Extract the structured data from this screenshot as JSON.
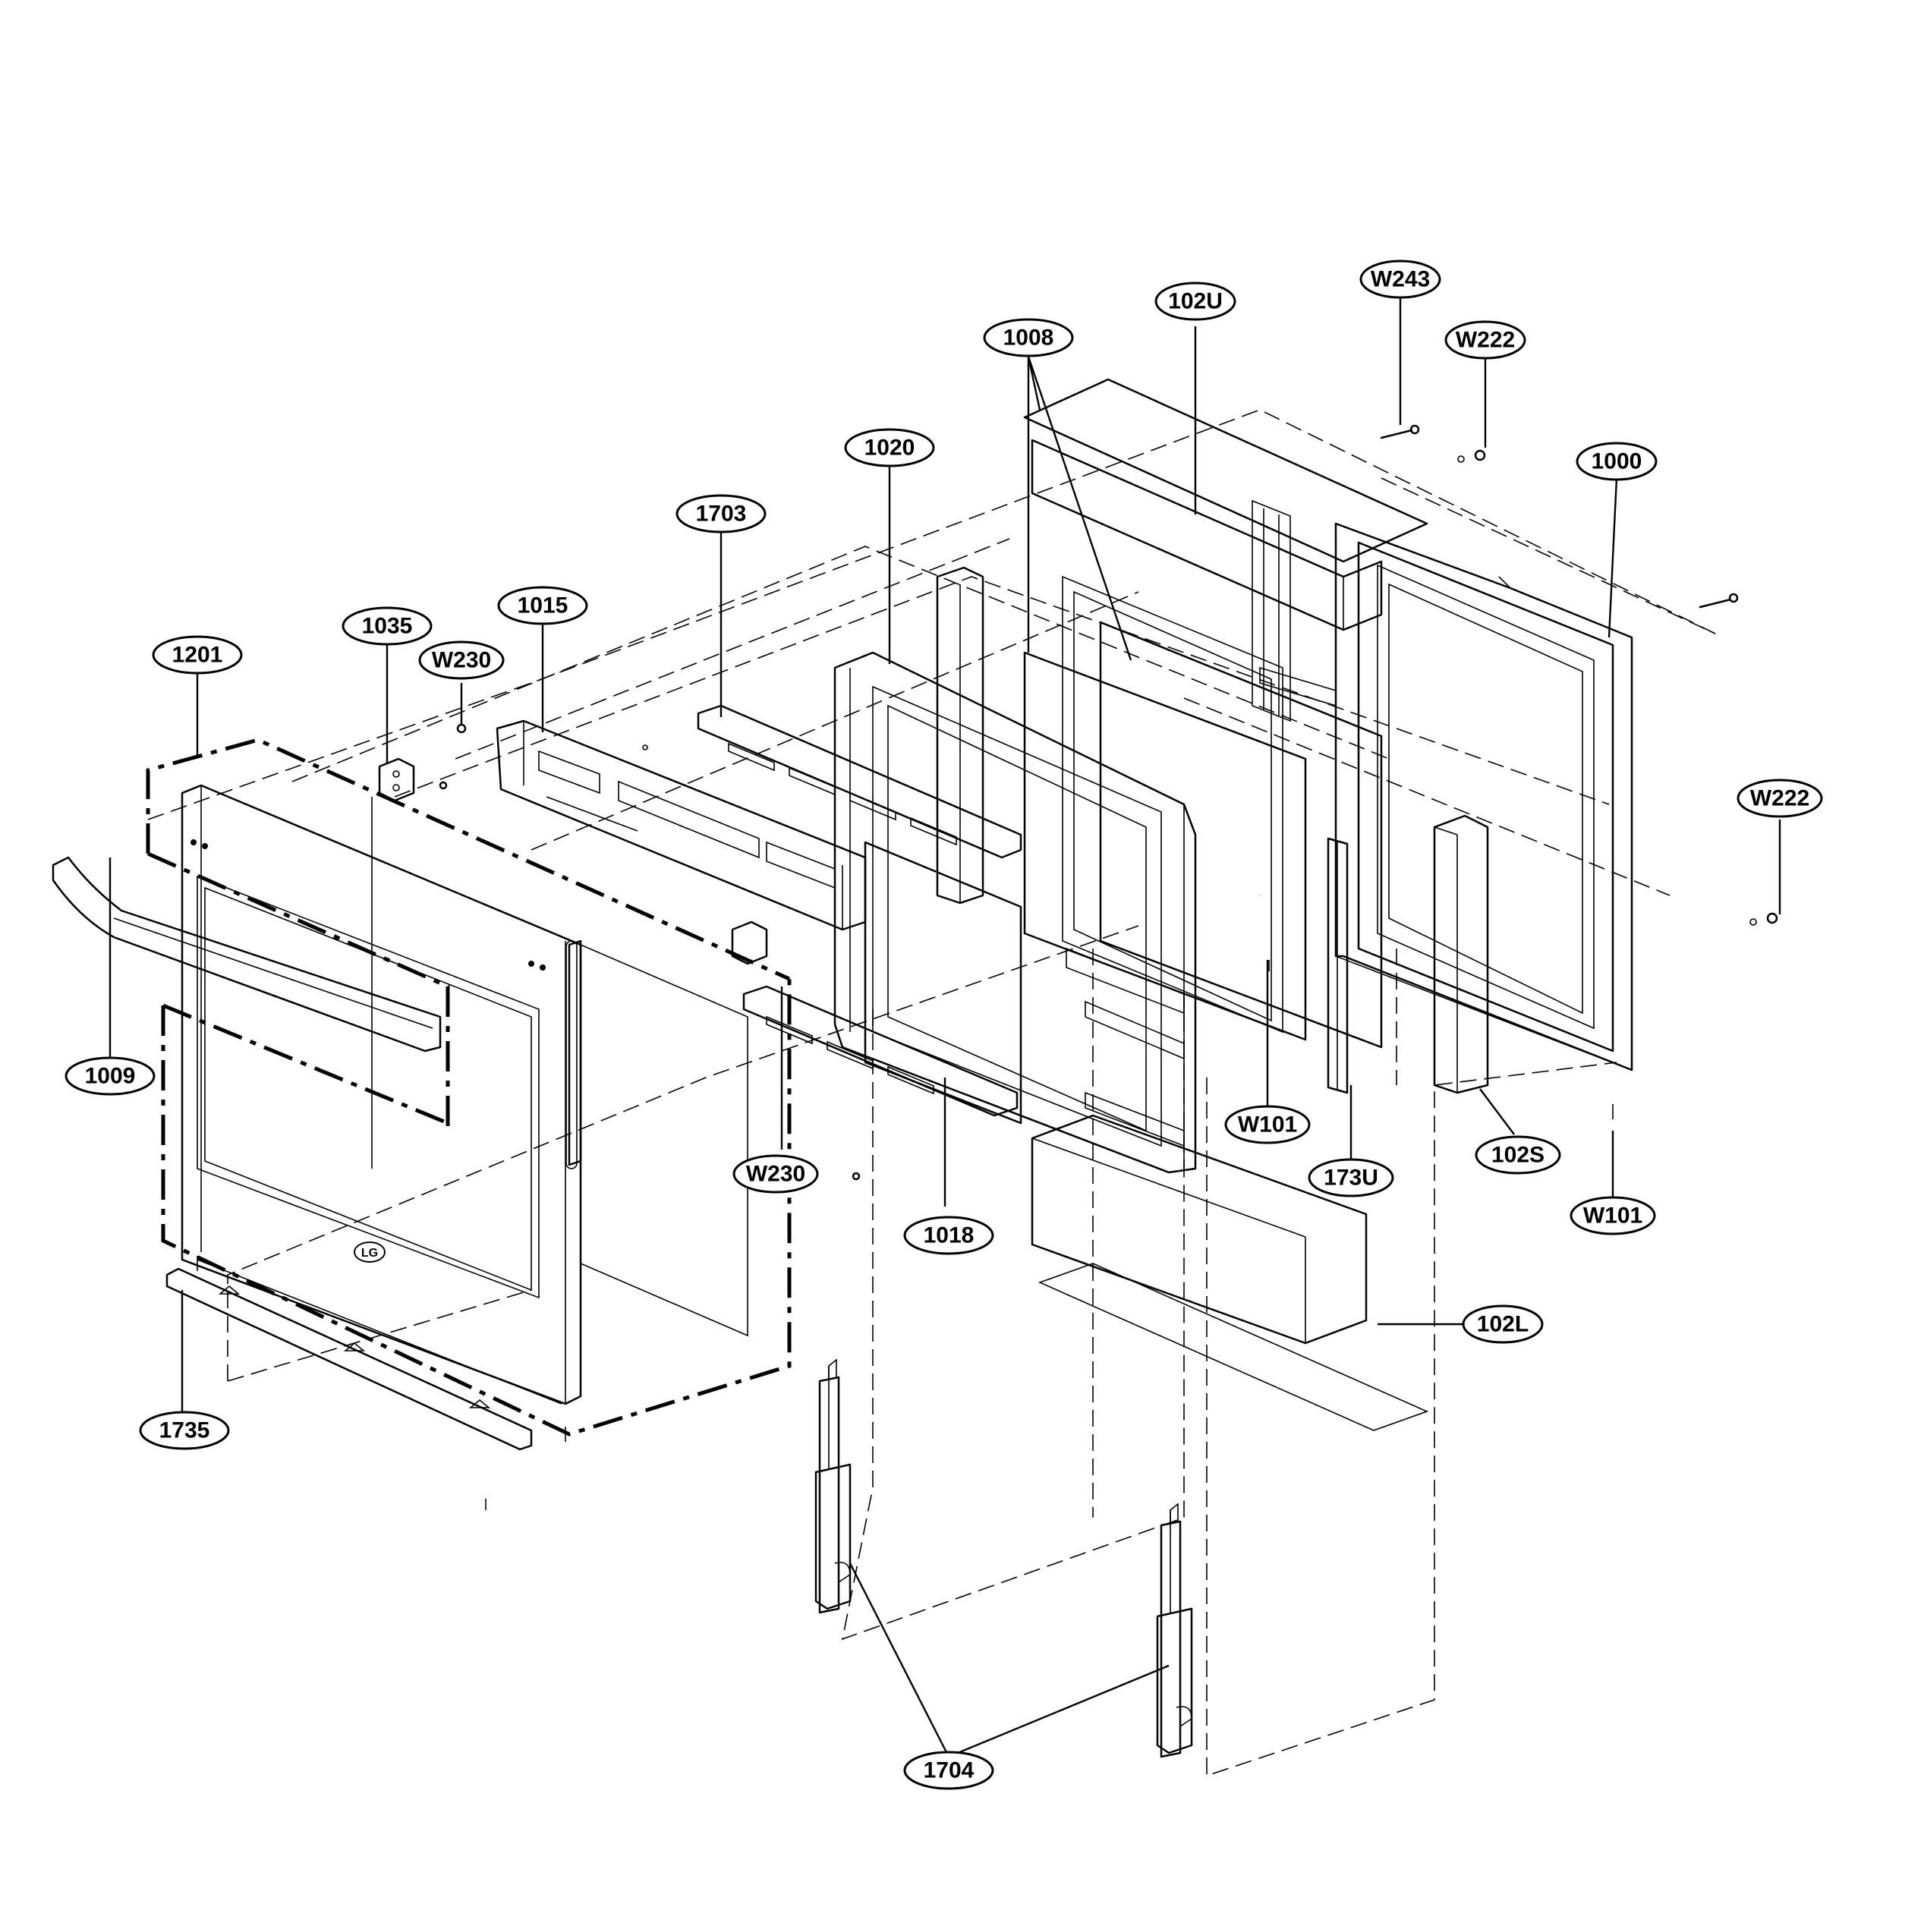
{
  "diagram": {
    "brand_logo": "LG",
    "parts": [
      {
        "id": "1000"
      },
      {
        "id": "1008"
      },
      {
        "id": "1009"
      },
      {
        "id": "1015"
      },
      {
        "id": "1018"
      },
      {
        "id": "1020"
      },
      {
        "id": "1035"
      },
      {
        "id": "102L"
      },
      {
        "id": "102S"
      },
      {
        "id": "102U"
      },
      {
        "id": "1201"
      },
      {
        "id": "1703"
      },
      {
        "id": "1704"
      },
      {
        "id": "173U"
      },
      {
        "id": "1735"
      },
      {
        "id": "W101"
      },
      {
        "id": "W222"
      },
      {
        "id": "W230"
      },
      {
        "id": "W243"
      }
    ],
    "callouts": {
      "w243": "W243",
      "w222_top": "W222",
      "p102u": "102U",
      "p1008": "1008",
      "p1000": "1000",
      "p1020": "1020",
      "p1703": "1703",
      "p1015": "1015",
      "p1035": "1035",
      "w230_top": "W230",
      "p1201": "1201",
      "w222_right": "W222",
      "p1009": "1009",
      "w101_mid": "W101",
      "p173u": "173U",
      "p102s": "102S",
      "w230_low": "W230",
      "w101_right": "W101",
      "p1018": "1018",
      "p102l": "102L",
      "p1735": "1735",
      "p1704": "1704"
    }
  }
}
